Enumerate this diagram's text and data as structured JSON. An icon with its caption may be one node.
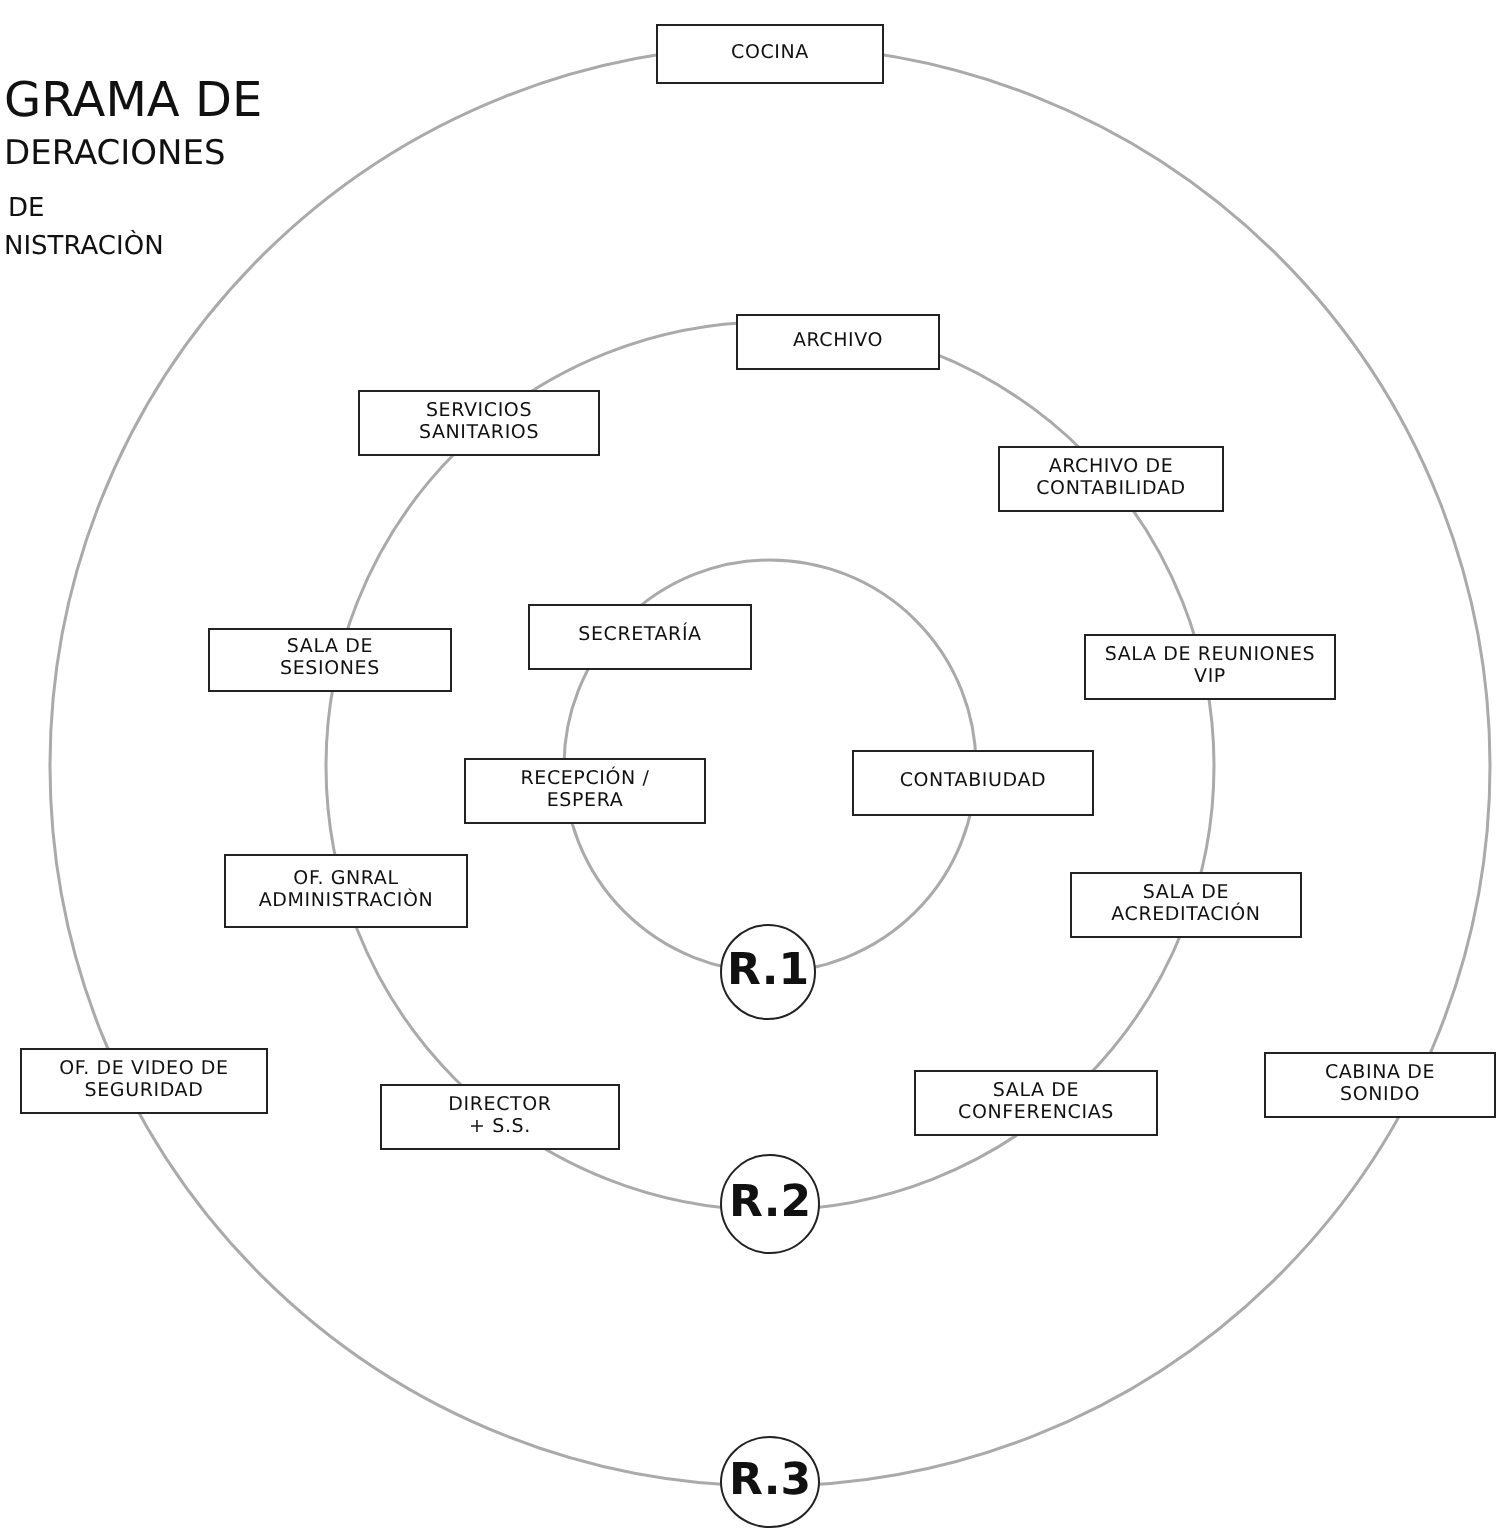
{
  "diagram": {
    "nodes": [
      {
        "text": [
          "COCINA"
        ]
      },
      {
        "text": [
          "ARCHIVO"
        ]
      },
      {
        "text": [
          "SERVICIOS SANITARIOS"
        ]
      },
      {
        "text": [
          "ARCHIVO DE CONTABILIDAD"
        ]
      },
      {
        "text": [
          "SECRETARÍA"
        ]
      },
      {
        "text": [
          "SALA DE SESIONES"
        ]
      },
      {
        "text": [
          "SALA DE REUNIONES VIP"
        ]
      },
      {
        "text": [
          "CONTABIUDAD"
        ]
      },
      {
        "text": [
          "RECEPCIÓN / ESPERA"
        ]
      },
      {
        "text": [
          "OF. GNRAL ADMINISTRACIÒN"
        ]
      },
      {
        "text": [
          "SALA DE ACREDITACIÓN"
        ]
      },
      {
        "text": [
          "R.1"
        ]
      },
      {
        "text": [
          "CABINA DE SONIDO"
        ]
      },
      {
        "text": [
          "OF. DE VIDEO DE SEGURIDAD"
        ]
      },
      {
        "text": [
          "SALA DE CONFERENCIAS"
        ]
      },
      {
        "text": [
          "DIRECTOR + S.S."
        ]
      },
      {
        "text": [
          "R.2"
        ]
      },
      {
        "text": [
          "R.3"
        ]
      }
    ],
    "labels": [
      "GRAMA DE",
      "DERACIONES",
      "DE",
      "NISTRACIÒN"
    ]
  }
}
